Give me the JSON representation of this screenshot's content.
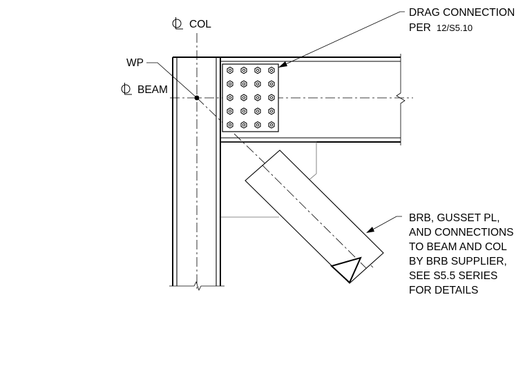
{
  "labels": {
    "col_centerline": "COL",
    "workpoint": "WP",
    "beam_centerline": "BEAM",
    "drag_line1": "DRAG CONNECTION",
    "drag_line2": "PER",
    "drag_ref": "12/S5.10",
    "brb_notes": [
      "BRB, GUSSET PL,",
      "AND CONNECTIONS",
      "TO BEAM AND COL",
      "BY BRB SUPPLIER,",
      "SEE S5.5 SERIES",
      "FOR DETAILS"
    ]
  },
  "bolt_grid": {
    "rows": 5,
    "cols": 4
  }
}
